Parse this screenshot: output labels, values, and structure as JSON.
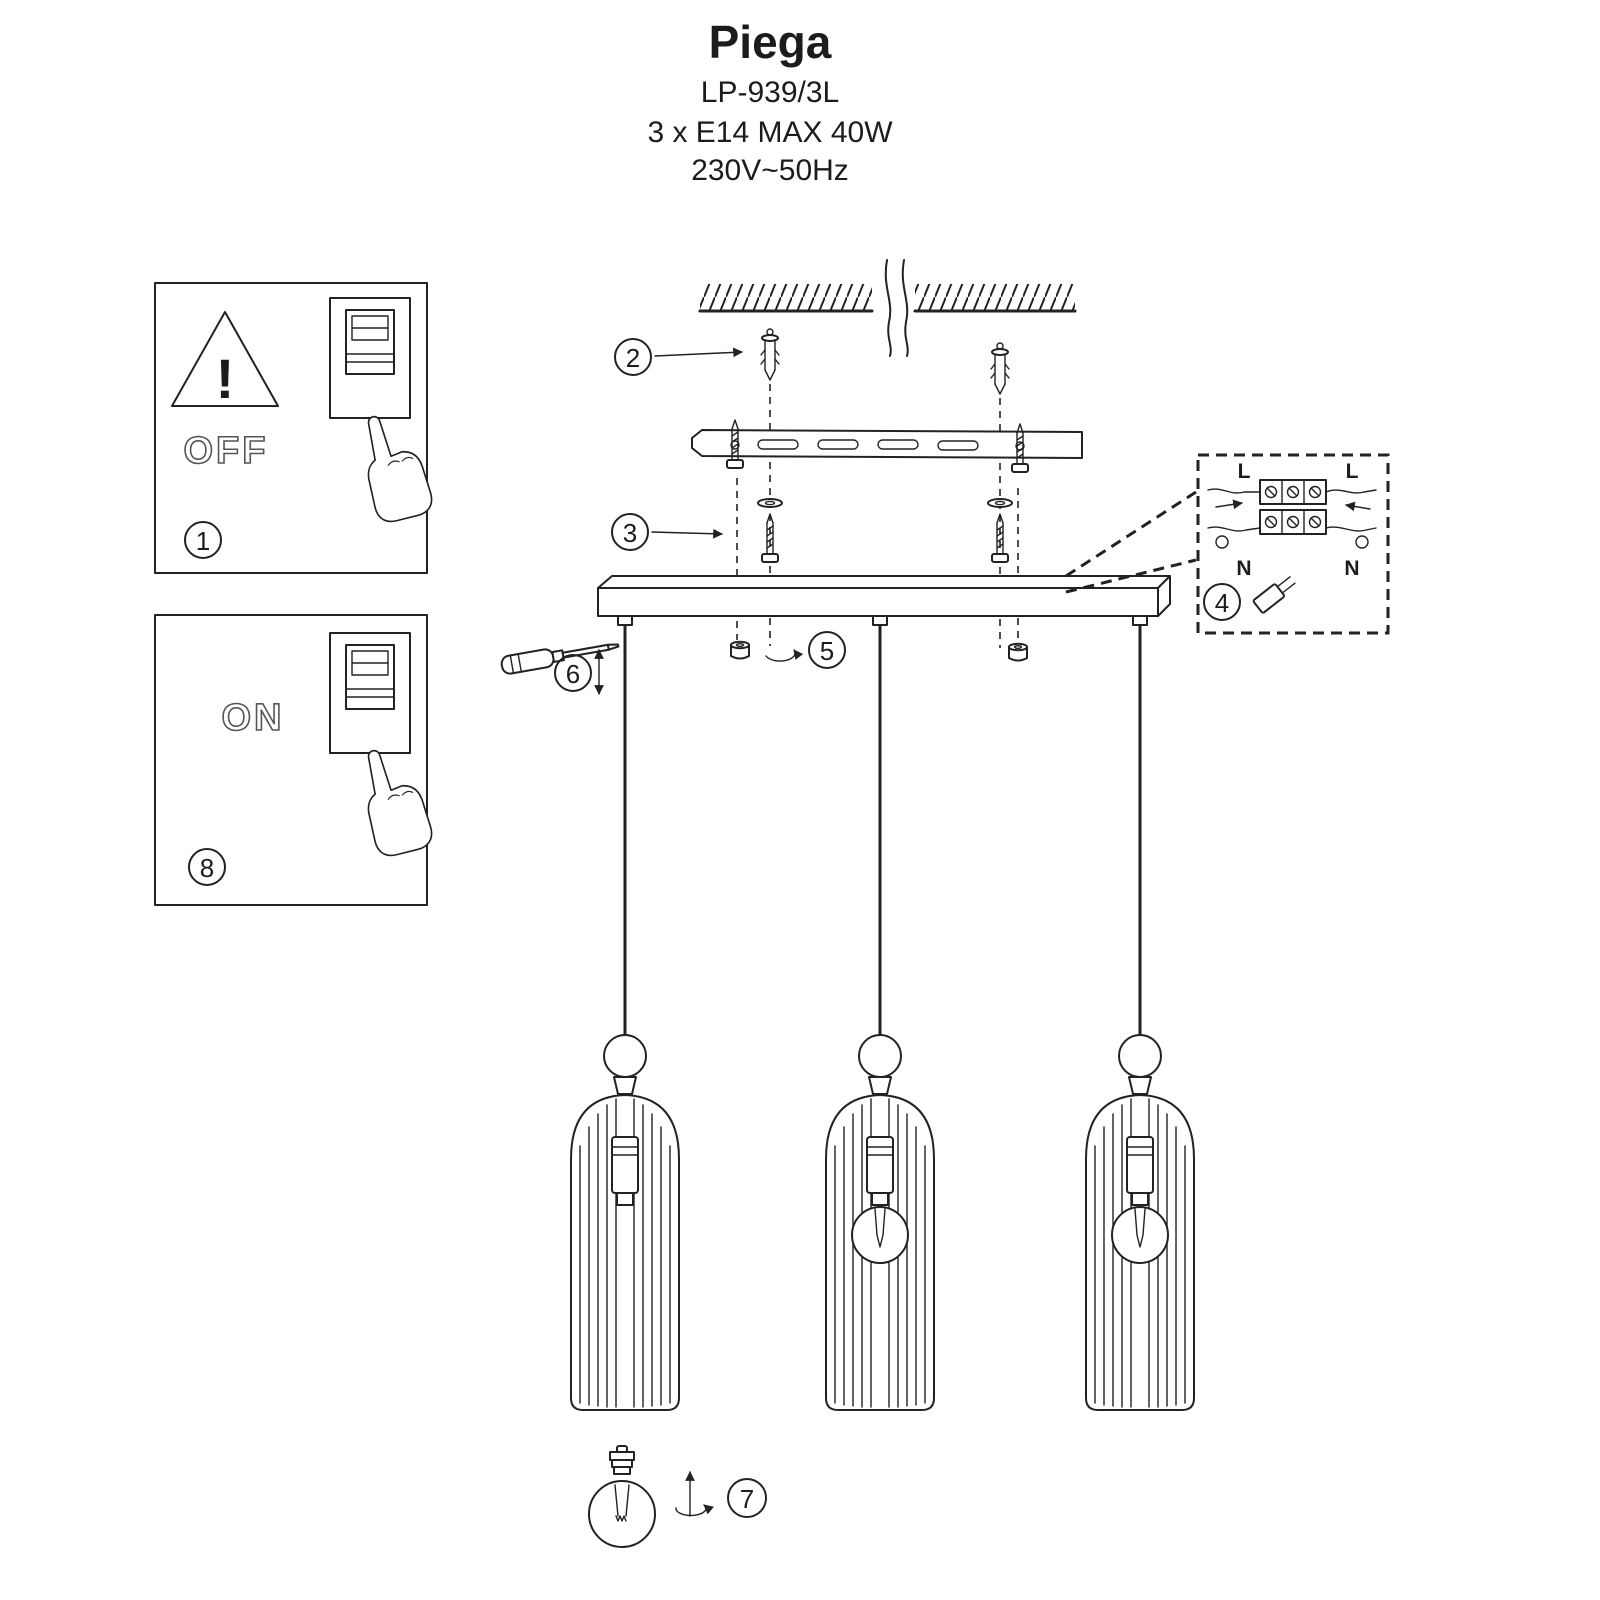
{
  "header": {
    "title": "Piega",
    "model": "LP-939/3L",
    "lamp_spec": "3 x E14 MAX 40W",
    "power_spec": "230V~50Hz"
  },
  "panels": {
    "off_label": "OFF",
    "on_label": "ON",
    "warning_mark": "!"
  },
  "steps": {
    "step1": "1",
    "step2": "2",
    "step3": "3",
    "step4": "4",
    "step5": "5",
    "step6": "6",
    "step7": "7",
    "step8": "8"
  },
  "wiring": {
    "live_left": "L",
    "live_right": "L",
    "neutral_left": "N",
    "neutral_right": "N"
  }
}
